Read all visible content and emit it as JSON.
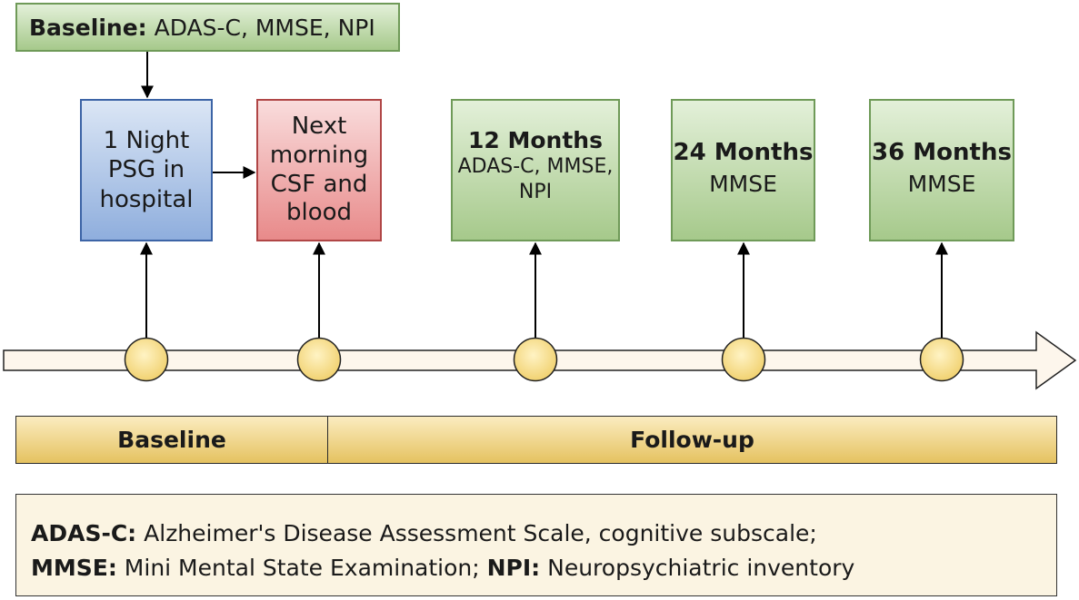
{
  "baseline_box": {
    "label": "Baseline:",
    "text": "ADAS-C, MMSE, NPI"
  },
  "events": {
    "night": [
      "1 Night",
      "PSG in",
      "hospital"
    ],
    "morning": [
      "Next",
      "morning",
      "CSF and",
      "blood"
    ],
    "month12": {
      "title": "12 Months",
      "lines": [
        "ADAS-C, MMSE,",
        "NPI"
      ]
    },
    "month24": {
      "title": "24 Months",
      "text": "MMSE"
    },
    "month36": {
      "title": "36 Months",
      "text": "MMSE"
    }
  },
  "phases": {
    "baseline": "Baseline",
    "followup": "Follow-up"
  },
  "legend": {
    "adas_term": "ADAS-C:",
    "adas_def": "Alzheimer's Disease Assessment Scale, cognitive subscale;",
    "mmse_term": "MMSE:",
    "mmse_def": "Mini Mental State Examination;",
    "npi_term": "NPI:",
    "npi_def": "Neuropsychiatric inventory"
  },
  "colors": {
    "green_border": "#6f9a58",
    "blue_border": "#3c64a6",
    "red_border": "#b04646",
    "node_fill": "#f6dc85",
    "phase_fill": "#efd07a",
    "legend_fill": "#fbf4e2"
  }
}
